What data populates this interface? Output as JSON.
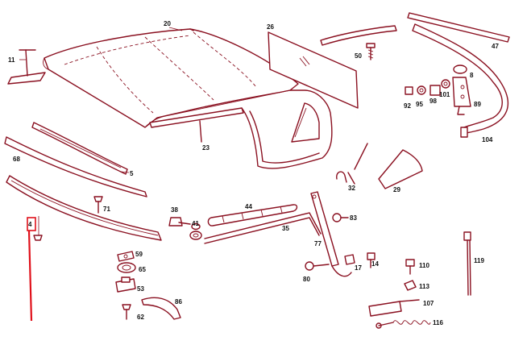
{
  "diagram": {
    "labels": {
      "p4": "4",
      "p5": "5",
      "p8": "8",
      "p11": "11",
      "p14": "14",
      "p17": "17",
      "p20": "20",
      "p23": "23",
      "p26": "26",
      "p29": "29",
      "p32": "32",
      "p35": "35",
      "p38": "38",
      "p41": "41",
      "p44": "44",
      "p47": "47",
      "p50": "50",
      "p53": "53",
      "p59": "59",
      "p62": "62",
      "p65": "65",
      "p68": "68",
      "p71": "71",
      "p77": "77",
      "p80": "80",
      "p83": "83",
      "p86": "86",
      "p89": "89",
      "p92": "92",
      "p95": "95",
      "p98": "98",
      "p101": "101",
      "p104": "104",
      "p107": "107",
      "p110": "110",
      "p113": "113",
      "p116": "116",
      "p119": "119"
    },
    "colors": {
      "line": "#8a1020",
      "highlight": "#e0101a",
      "label": "#111111",
      "background": "#ffffff"
    }
  }
}
